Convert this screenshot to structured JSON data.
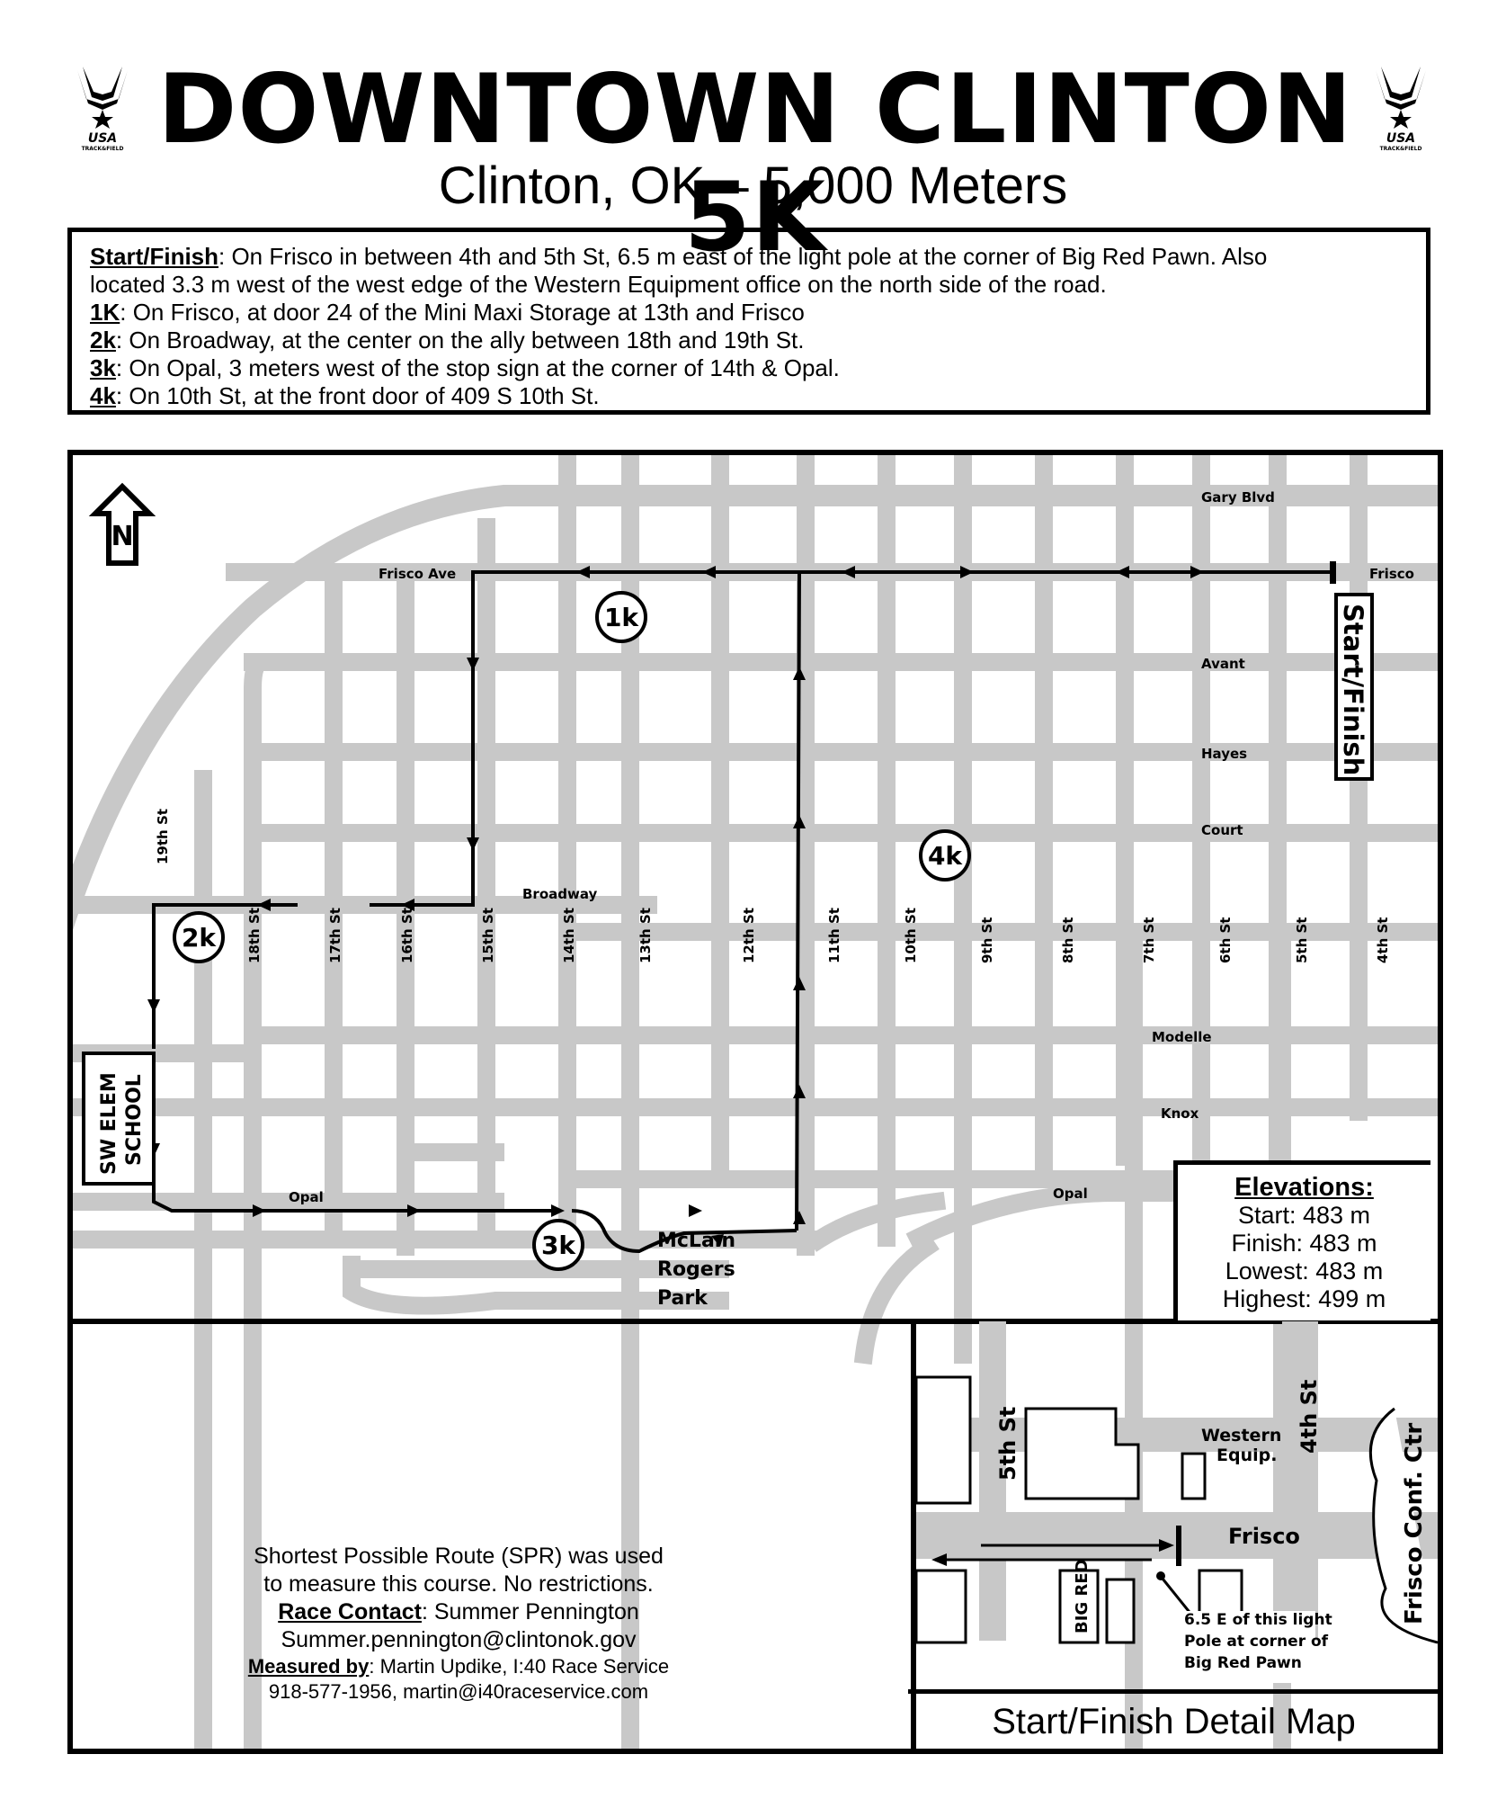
{
  "title": "DOWNTOWN CLINTON 5K",
  "subtitle": "Clinton, OK – 5,000 Meters",
  "logo_text": "USA TRACK & FIELD",
  "description": [
    {
      "label": "Start/Finish",
      "text": ": On Frisco in between 4th and 5th St, 6.5 m east of the light pole at the corner of Big Red Pawn.  Also"
    },
    {
      "label": "",
      "text": "located 3.3 m west of the west edge of the Western Equipment office on the north side of the road."
    },
    {
      "label": "1K",
      "text": ": On Frisco, at door 24 of the Mini Maxi Storage at 13th and Frisco"
    },
    {
      "label": "2k",
      "text": ": On Broadway, at the center on the ally between 18th and 19th St."
    },
    {
      "label": "3k",
      "text": ": On Opal, 3 meters west of the stop sign at the corner of 14th & Opal."
    },
    {
      "label": "4k",
      "text": ": On 10th St, at the front door of 409 S 10th St."
    }
  ],
  "map": {
    "north_label": "N",
    "streets_ew": [
      "Gary Blvd",
      "Frisco Ave",
      "Frisco",
      "Avant",
      "Hayes",
      "Court",
      "Broadway",
      "Modelle",
      "Knox",
      "Opal",
      "Opal"
    ],
    "streets_ns": [
      "19th St",
      "18th St",
      "17th St",
      "16th St",
      "15th St",
      "14th St",
      "13th St",
      "12th St",
      "11th St",
      "10th St",
      "9th St",
      "8th St",
      "7th St",
      "6th St",
      "5th St",
      "4th St"
    ],
    "start_finish_label": "Start/Finish",
    "school_label": [
      "SW ELEM",
      "SCHOOL"
    ],
    "park_label": [
      "McLain",
      "Rogers",
      "Park"
    ],
    "markers": [
      "1k",
      "2k",
      "3k",
      "4k"
    ]
  },
  "elevations": {
    "heading": "Elevations:",
    "start": "Start: 483 m",
    "finish": "Finish: 483 m",
    "lowest": "Lowest: 483 m",
    "highest": "Highest: 499 m"
  },
  "info": {
    "spr_line1": "Shortest Possible Route (SPR) was used",
    "spr_line2": "to measure this course.  No restrictions.",
    "contact_label": "Race Contact",
    "contact_name": ": Summer Pennington",
    "contact_email": "Summer.pennington@clintonok.gov",
    "measured_label": "Measured by",
    "measured_name": ": Martin Updike, I:40 Race Service",
    "measured_contact": "918-577-1956, martin@i40raceservice.com"
  },
  "detail": {
    "caption": "Start/Finish Detail Map",
    "street_5th": "5th St",
    "street_4th": "4th St",
    "frisco": "Frisco",
    "western": [
      "Western",
      "Equip."
    ],
    "conf_ctr": "Frisco Conf. Ctr",
    "big_red": "BIG RED",
    "pole_note": [
      "6.5 E of this light",
      "Pole at corner of",
      "Big Red Pawn"
    ]
  }
}
